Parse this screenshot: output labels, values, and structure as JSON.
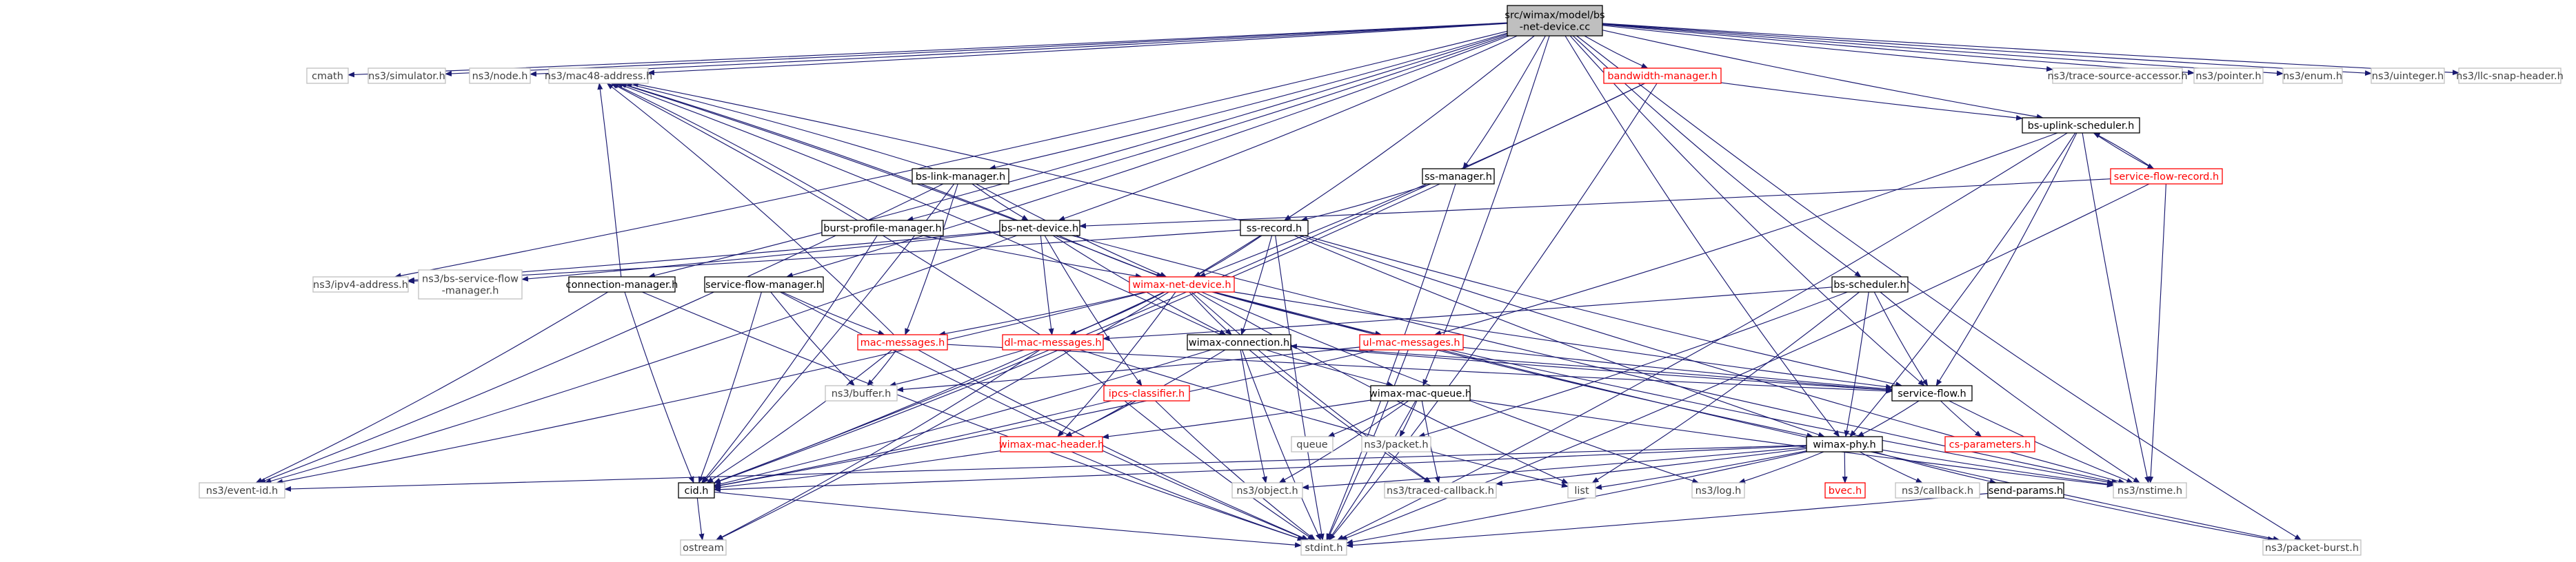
{
  "colors": {
    "edge": "#191970",
    "node_border_default": "#000000",
    "node_border_missing": "#bfbfbf",
    "node_border_linked_error": "#ff0000",
    "node_fill_root": "#bfbfbf",
    "text_default": "#000000",
    "text_missing": "#404040",
    "text_error": "#ff0000"
  },
  "nodes": [
    {
      "id": "root",
      "label": "src/wimax/model/bs\n-net-device.cc",
      "style": "root"
    },
    {
      "id": "cmath",
      "label": "cmath",
      "style": "missing"
    },
    {
      "id": "ns3simulator",
      "label": "ns3/simulator.h",
      "style": "missing"
    },
    {
      "id": "ns3node",
      "label": "ns3/node.h",
      "style": "missing"
    },
    {
      "id": "ns3mac48",
      "label": "ns3/mac48-address.h",
      "style": "missing"
    },
    {
      "id": "ns3tsa",
      "label": "ns3/trace-source-accessor.h",
      "style": "missing"
    },
    {
      "id": "ns3pointer",
      "label": "ns3/pointer.h",
      "style": "missing"
    },
    {
      "id": "ns3enum",
      "label": "ns3/enum.h",
      "style": "missing"
    },
    {
      "id": "ns3uinteger",
      "label": "ns3/uinteger.h",
      "style": "missing"
    },
    {
      "id": "ns3llc",
      "label": "ns3/llc-snap-header.h",
      "style": "missing"
    },
    {
      "id": "bandwidth",
      "label": "bandwidth-manager.h",
      "style": "error"
    },
    {
      "id": "bsuplink",
      "label": "bs-uplink-scheduler.h",
      "style": "normal"
    },
    {
      "id": "sfrecord",
      "label": "service-flow-record.h",
      "style": "error"
    },
    {
      "id": "bslink",
      "label": "bs-link-manager.h",
      "style": "normal"
    },
    {
      "id": "ssmanager",
      "label": "ss-manager.h",
      "style": "normal"
    },
    {
      "id": "burst",
      "label": "burst-profile-manager.h",
      "style": "normal"
    },
    {
      "id": "bsnet",
      "label": "bs-net-device.h",
      "style": "normal"
    },
    {
      "id": "ssrecord",
      "label": "ss-record.h",
      "style": "normal"
    },
    {
      "id": "ns3ipv4",
      "label": "ns3/ipv4-address.h",
      "style": "missing"
    },
    {
      "id": "ns3bssfm",
      "label": "ns3/bs-service-flow\n-manager.h",
      "style": "missing"
    },
    {
      "id": "connmgr",
      "label": "connection-manager.h",
      "style": "normal"
    },
    {
      "id": "sfmgr",
      "label": "service-flow-manager.h",
      "style": "normal"
    },
    {
      "id": "wimaxnet",
      "label": "wimax-net-device.h",
      "style": "error"
    },
    {
      "id": "bsscheduler",
      "label": "bs-scheduler.h",
      "style": "normal"
    },
    {
      "id": "macmsg",
      "label": "mac-messages.h",
      "style": "error"
    },
    {
      "id": "dlmac",
      "label": "dl-mac-messages.h",
      "style": "error"
    },
    {
      "id": "wimaxconn",
      "label": "wimax-connection.h",
      "style": "normal"
    },
    {
      "id": "ulmac",
      "label": "ul-mac-messages.h",
      "style": "error"
    },
    {
      "id": "servflow",
      "label": "service-flow.h",
      "style": "normal"
    },
    {
      "id": "ns3buffer",
      "label": "ns3/buffer.h",
      "style": "missing"
    },
    {
      "id": "ipcs",
      "label": "ipcs-classifier.h",
      "style": "error"
    },
    {
      "id": "wmq",
      "label": "wimax-mac-queue.h",
      "style": "normal"
    },
    {
      "id": "csparam",
      "label": "cs-parameters.h",
      "style": "error"
    },
    {
      "id": "wmh",
      "label": "wimax-mac-header.h",
      "style": "error"
    },
    {
      "id": "queue",
      "label": "queue",
      "style": "missing"
    },
    {
      "id": "ns3packet",
      "label": "ns3/packet.h",
      "style": "missing"
    },
    {
      "id": "wimaxphy",
      "label": "wimax-phy.h",
      "style": "normal"
    },
    {
      "id": "ns3eventid",
      "label": "ns3/event-id.h",
      "style": "missing"
    },
    {
      "id": "cidh",
      "label": "cid.h",
      "style": "normal"
    },
    {
      "id": "ns3object",
      "label": "ns3/object.h",
      "style": "missing"
    },
    {
      "id": "ns3traced",
      "label": "ns3/traced-callback.h",
      "style": "missing"
    },
    {
      "id": "list",
      "label": "list",
      "style": "missing"
    },
    {
      "id": "ns3log",
      "label": "ns3/log.h",
      "style": "missing"
    },
    {
      "id": "bvec",
      "label": "bvec.h",
      "style": "error"
    },
    {
      "id": "ns3callback",
      "label": "ns3/callback.h",
      "style": "missing"
    },
    {
      "id": "sendparams",
      "label": "send-params.h",
      "style": "normal"
    },
    {
      "id": "ns3nstime",
      "label": "ns3/nstime.h",
      "style": "missing"
    },
    {
      "id": "ostream",
      "label": "ostream",
      "style": "missing"
    },
    {
      "id": "stdint",
      "label": "stdint.h",
      "style": "missing"
    },
    {
      "id": "ns3pburst",
      "label": "ns3/packet-burst.h",
      "style": "missing"
    }
  ]
}
